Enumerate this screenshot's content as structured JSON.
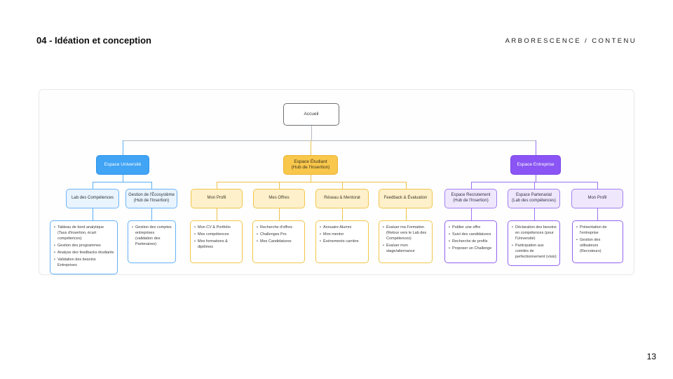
{
  "header": {
    "title": "04 - Idéation et conception",
    "section": "ARBORESCENCE / CONTENU"
  },
  "page_number": "13",
  "colors": {
    "universite": "#41a4f5",
    "etudiant": "#f8c74c",
    "entreprise": "#8a55f4",
    "connector_gray": "#b4b9bf"
  },
  "tree": {
    "root": {
      "label": "Accueil"
    },
    "branches": [
      {
        "label": "Espace Université",
        "sub": "",
        "children": [
          {
            "label": "Lab des Compétences",
            "sub": "",
            "items": [
              "Tableau de bord analytique (Taux d'insertion, écart compétences)",
              "Gestion des programmes",
              "Analyse des feedbacks étudiants",
              "Validation des besoins Entreprises"
            ]
          },
          {
            "label": "Gestion de l'Écosystème",
            "sub": "(Hub de l'Insertion)",
            "items": [
              "Gestion des comptes entreprises (validation des Partenaires)"
            ]
          }
        ]
      },
      {
        "label": "Espace Étudiant",
        "sub": "(Hub de l'Insertion)",
        "children": [
          {
            "label": "Mon Profil",
            "sub": "",
            "items": [
              "Mon CV & Portfolio",
              "Mes compétences",
              "Mes formations & diplômes"
            ]
          },
          {
            "label": "Mes Offres",
            "sub": "",
            "items": [
              "Recherche d'offres",
              "Challenges Pro",
              "Mes Candidatures"
            ]
          },
          {
            "label": "Réseau & Mentorat",
            "sub": "",
            "items": [
              "Annuaire Alumni",
              "Mon mentor",
              "Événements carrière"
            ]
          },
          {
            "label": "Feedback & Évaluation",
            "sub": "",
            "items": [
              "Évaluer ma Formation (Retour vers le Lab des Compétences)",
              "Évaluer mon stage/alternance"
            ]
          }
        ]
      },
      {
        "label": "Espace Entreprise",
        "sub": "",
        "children": [
          {
            "label": "Espace Recrutement",
            "sub": "(Hub de l'Insertion)",
            "items": [
              "Publier une offre",
              "Suivi des candidatures",
              "Recherche de profils",
              "Proposer un Challenge"
            ]
          },
          {
            "label": "Espace Partenariat",
            "sub": "(Lab des compétences)",
            "items": [
              "Déclaration des besoins en compétences (pour l'Université)",
              "Participation aux comités de perfectionnement (visio)"
            ]
          },
          {
            "label": "Mon Profil",
            "sub": "",
            "items": [
              "Présentation de l'entreprise",
              "Gestion des utilisateurs (Recruteurs)"
            ]
          }
        ]
      }
    ]
  }
}
